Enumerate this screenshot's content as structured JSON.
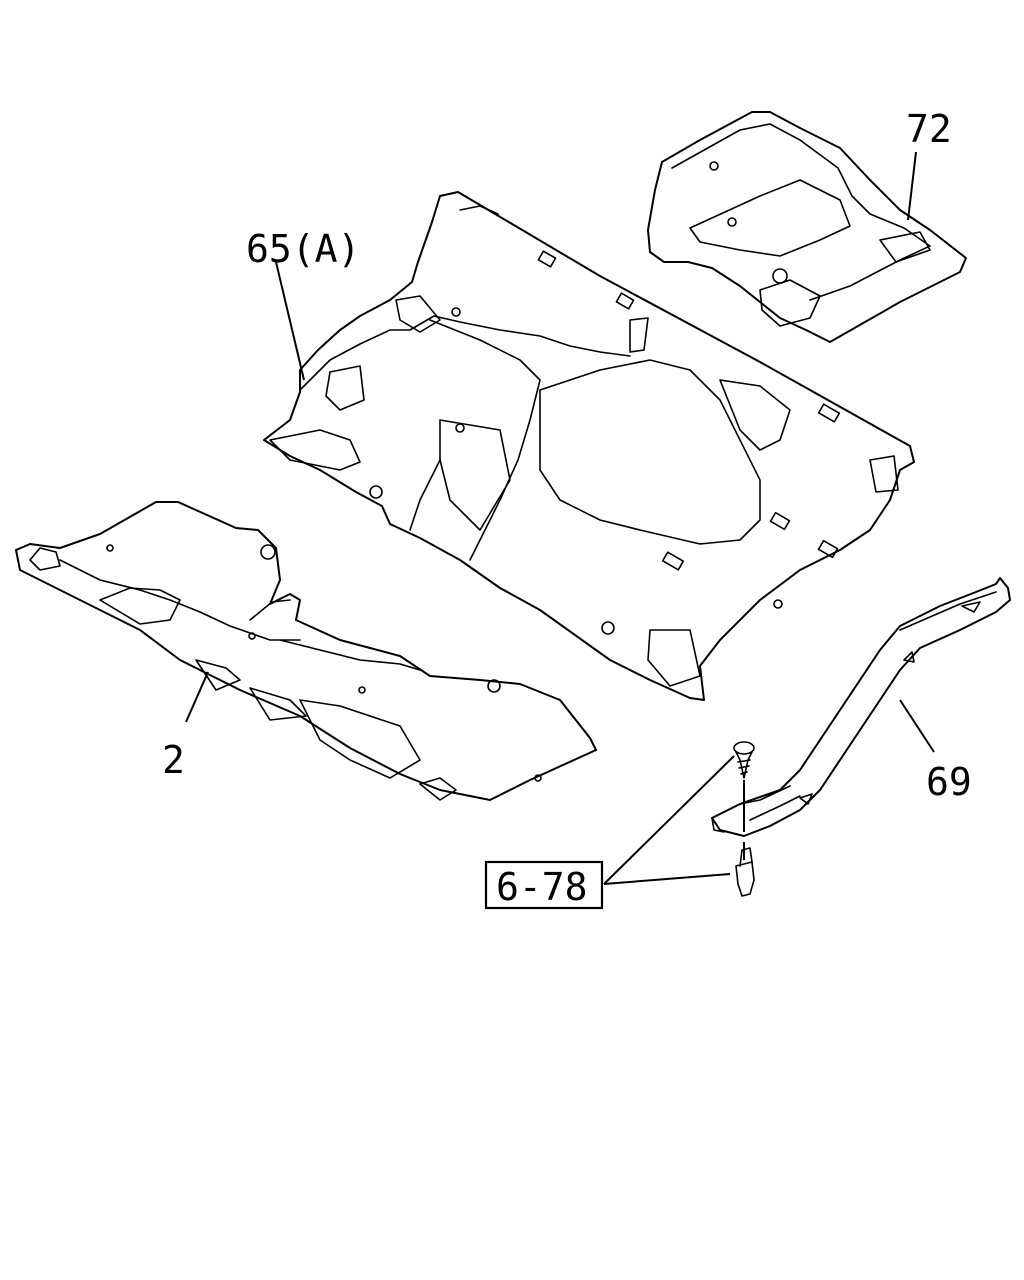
{
  "callouts": {
    "part_72": "72",
    "part_65a": "65(A)",
    "part_2": "2",
    "part_69": "69",
    "ref_6_78": "6-78"
  }
}
